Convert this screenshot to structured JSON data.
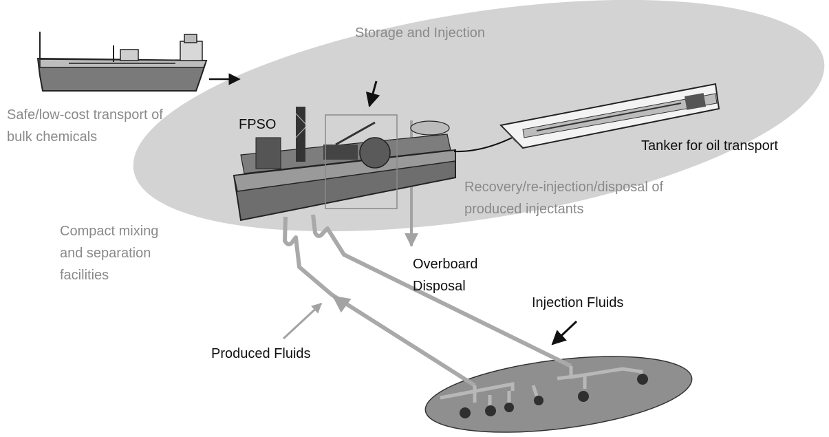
{
  "labels": {
    "storage_injection": "Storage and Injection",
    "transport_line1": "Safe/low-cost transport of",
    "transport_line2": "bulk chemicals",
    "fpso": "FPSO",
    "tanker": "Tanker for oil transport",
    "recovery_line1": "Recovery/re-injection/disposal of",
    "recovery_line2": "produced injectants",
    "mixing_line1": "Compact mixing",
    "mixing_line2": "and separation",
    "mixing_line3": "facilities",
    "overboard_line1": "Overboard",
    "overboard_line2": "Disposal",
    "injection_fluids": "Injection Fluids",
    "produced_fluids": "Produced Fluids"
  },
  "colors": {
    "storage_zone": "#d3d3d3",
    "reservoir": "#8f8f8f",
    "pipe": "#a9a9a9",
    "hull_dark": "#6e6e6e",
    "hull_light": "#bdbdbd",
    "label_gray": "#8a8a8a",
    "label_dark": "#111111"
  },
  "icons": {
    "transport_ship": "chemical-tanker-ship",
    "fpso_vessel": "fpso-vessel",
    "oil_tanker": "oil-tanker-ship",
    "wellheads": "subsea-wellhead"
  }
}
